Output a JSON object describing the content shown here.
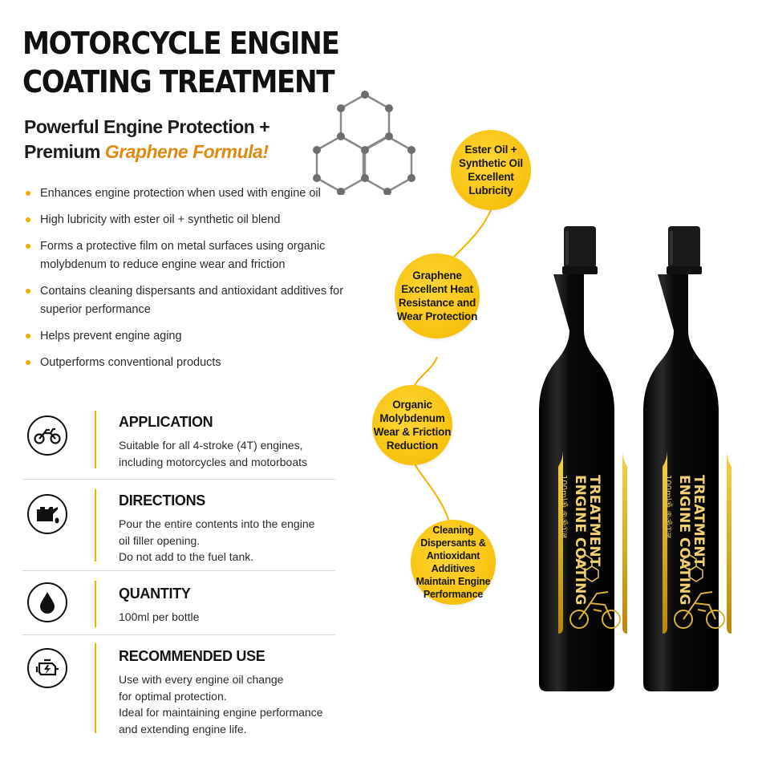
{
  "title_lines": [
    "MOTORCYCLE ENGINE",
    "COATING TREATMENT"
  ],
  "subtitle": {
    "line1": "Powerful Engine Protection +",
    "line2_plain": "Premium ",
    "line2_accent": "Graphene Formula!"
  },
  "features": [
    "Enhances engine protection when used with engine oil",
    "High lubricity with ester oil + synthetic oil blend",
    "Forms a protective film on metal surfaces using organic molybdenum to reduce engine wear and friction",
    "Contains cleaning dispersants and antioxidant additives for superior performance",
    "Helps prevent engine aging",
    "Outperforms conventional products"
  ],
  "sections": {
    "application": {
      "icon": "motorcycle-icon",
      "heading": "APPLICATION",
      "lines": [
        "Suitable for all 4-stroke (4T) engines,",
        "including motorcycles and motorboats"
      ]
    },
    "directions": {
      "icon": "oil-can-icon",
      "heading": "DIRECTIONS",
      "lines": [
        "Pour the entire contents into the engine",
        "oil filler opening.",
        "Do not add to the fuel tank."
      ]
    },
    "quantity": {
      "icon": "oil-drop-icon",
      "heading": "QUANTITY",
      "lines": [
        "100ml per bottle"
      ]
    },
    "recommended": {
      "icon": "engine-icon",
      "heading": "RECOMMENDED USE",
      "lines": [
        "Use with every engine oil change",
        "for optimal protection.",
        "Ideal for maintaining engine performance",
        "and extending engine life."
      ]
    }
  },
  "bubbles": [
    "Ester Oil +\nSynthetic Oil\nExcellent\nLubricity",
    "Graphene\nExcellent Heat\nResistance and\nWear Protection",
    "Organic\nMolybdenum\nWear & Friction\nReduction",
    "Cleaning\nDispersants &\nAntioxidant\nAdditives\nMaintain Engine\nPerformance"
  ],
  "bottle_label": {
    "line1": "ENGINE COATING",
    "line2": "TREATMENT",
    "volume": "100mlॐ ®ॐ①ल"
  },
  "colors": {
    "accent": "#f2b400",
    "accent_text": "#e08a12",
    "bottle": "#0b0b0b",
    "label_gold": "#d9b23a"
  }
}
